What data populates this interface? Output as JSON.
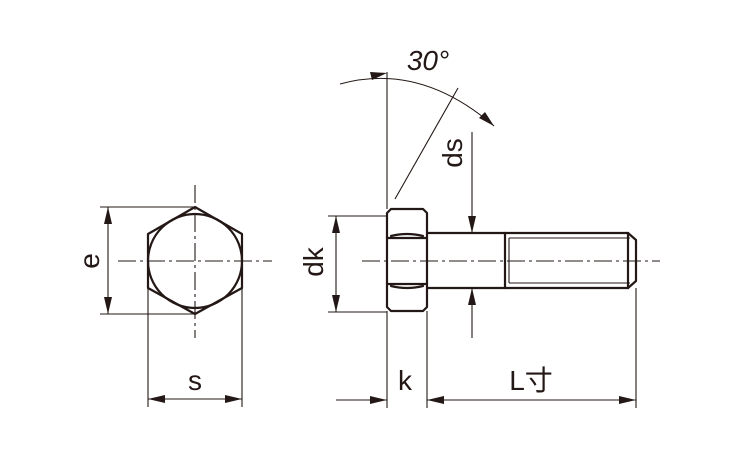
{
  "labels": {
    "e": "e",
    "s": "s",
    "dk": "dk",
    "ds": "ds",
    "k": "k",
    "L": "L寸",
    "angle": "30°"
  }
}
